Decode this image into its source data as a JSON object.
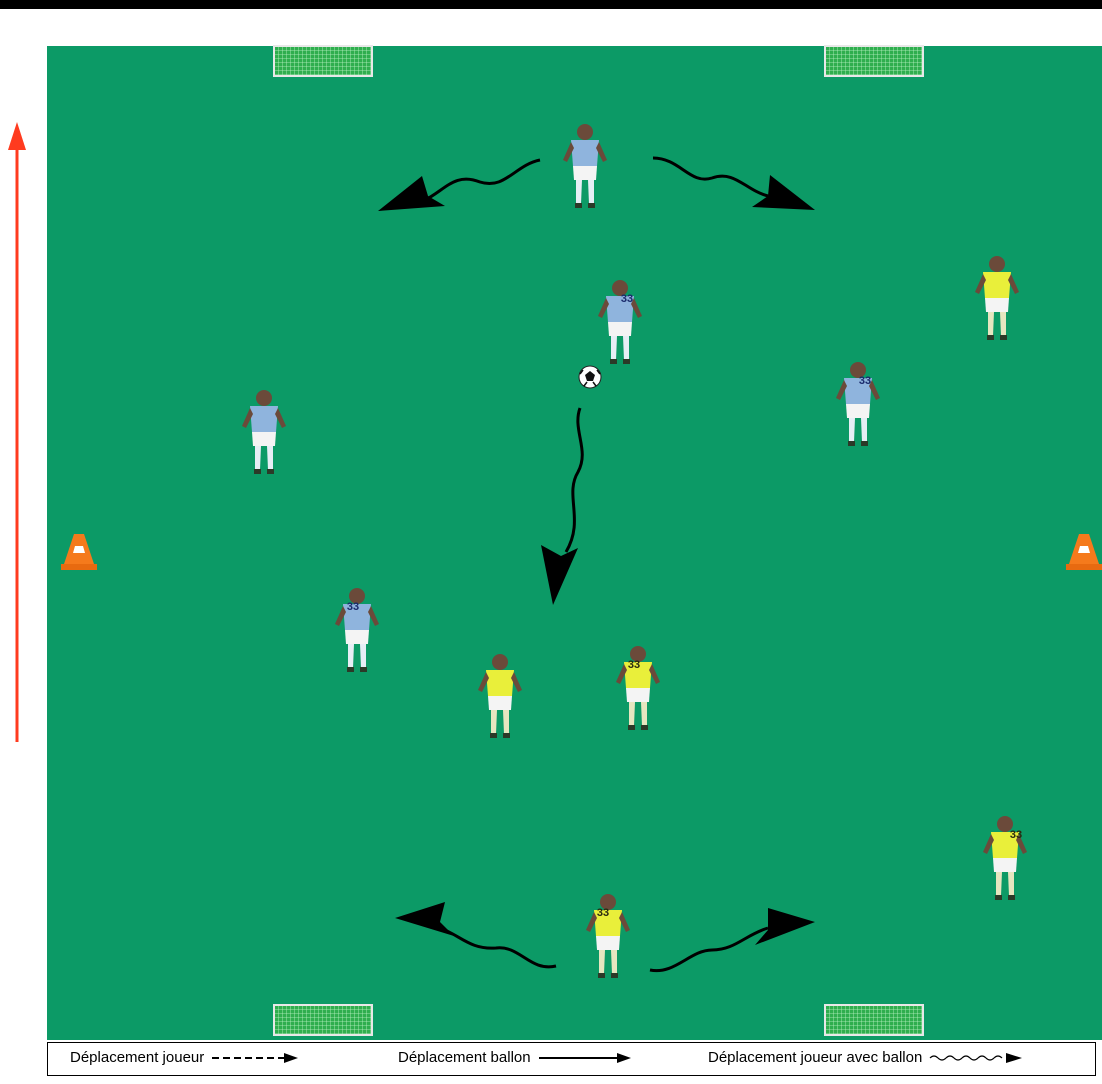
{
  "colors": {
    "pitch": "#0c9a66",
    "team_a_shirt": "#8fb4dd",
    "team_b_shirt": "#e9ef3a",
    "skin": "#6b4a3a",
    "shorts": "#f4f4f4",
    "arrow": "#000000",
    "side_arrow": "#ff3b1f",
    "cone": "#f57a1c",
    "goal_net": "#3fbf5c"
  },
  "players": {
    "team_a_jersey_number": "33",
    "team_b_jersey_number": "33"
  },
  "legend": {
    "player_move_label": "Déplacement joueur",
    "ball_move_label": "Déplacement ballon",
    "player_with_ball_label": "Déplacement joueur avec ballon"
  },
  "icons": [
    "cone-icon",
    "ball-icon",
    "goal-icon",
    "player-icon",
    "arrow-icon"
  ]
}
